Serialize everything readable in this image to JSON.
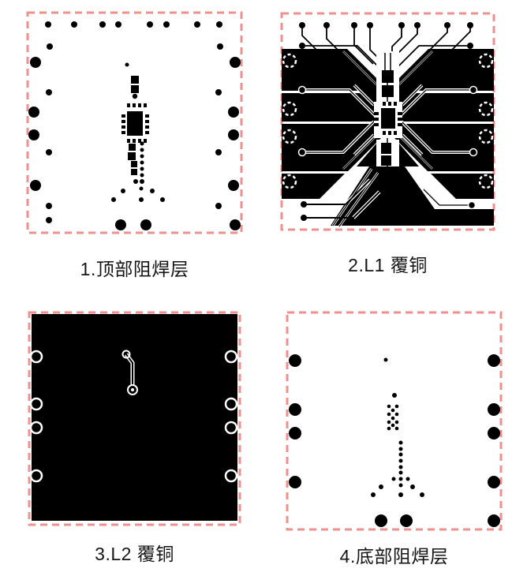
{
  "page": {
    "background": "#ffffff",
    "description": "PCB layer stackup preview with four layer images"
  },
  "colors": {
    "board_outline_dash": "#f0908e",
    "copper_ink": "#000000",
    "clearance": "#ffffff",
    "caption_text": "#151515"
  },
  "panels": [
    {
      "name": "top-solder-mask",
      "caption": "1.顶部阻焊层"
    },
    {
      "name": "l1-copper",
      "caption": "2.L1 覆铜"
    },
    {
      "name": "l2-copper",
      "caption": "3.L2 覆铜"
    },
    {
      "name": "bottom-solder-mask",
      "caption": "4.底部阻焊层"
    }
  ]
}
